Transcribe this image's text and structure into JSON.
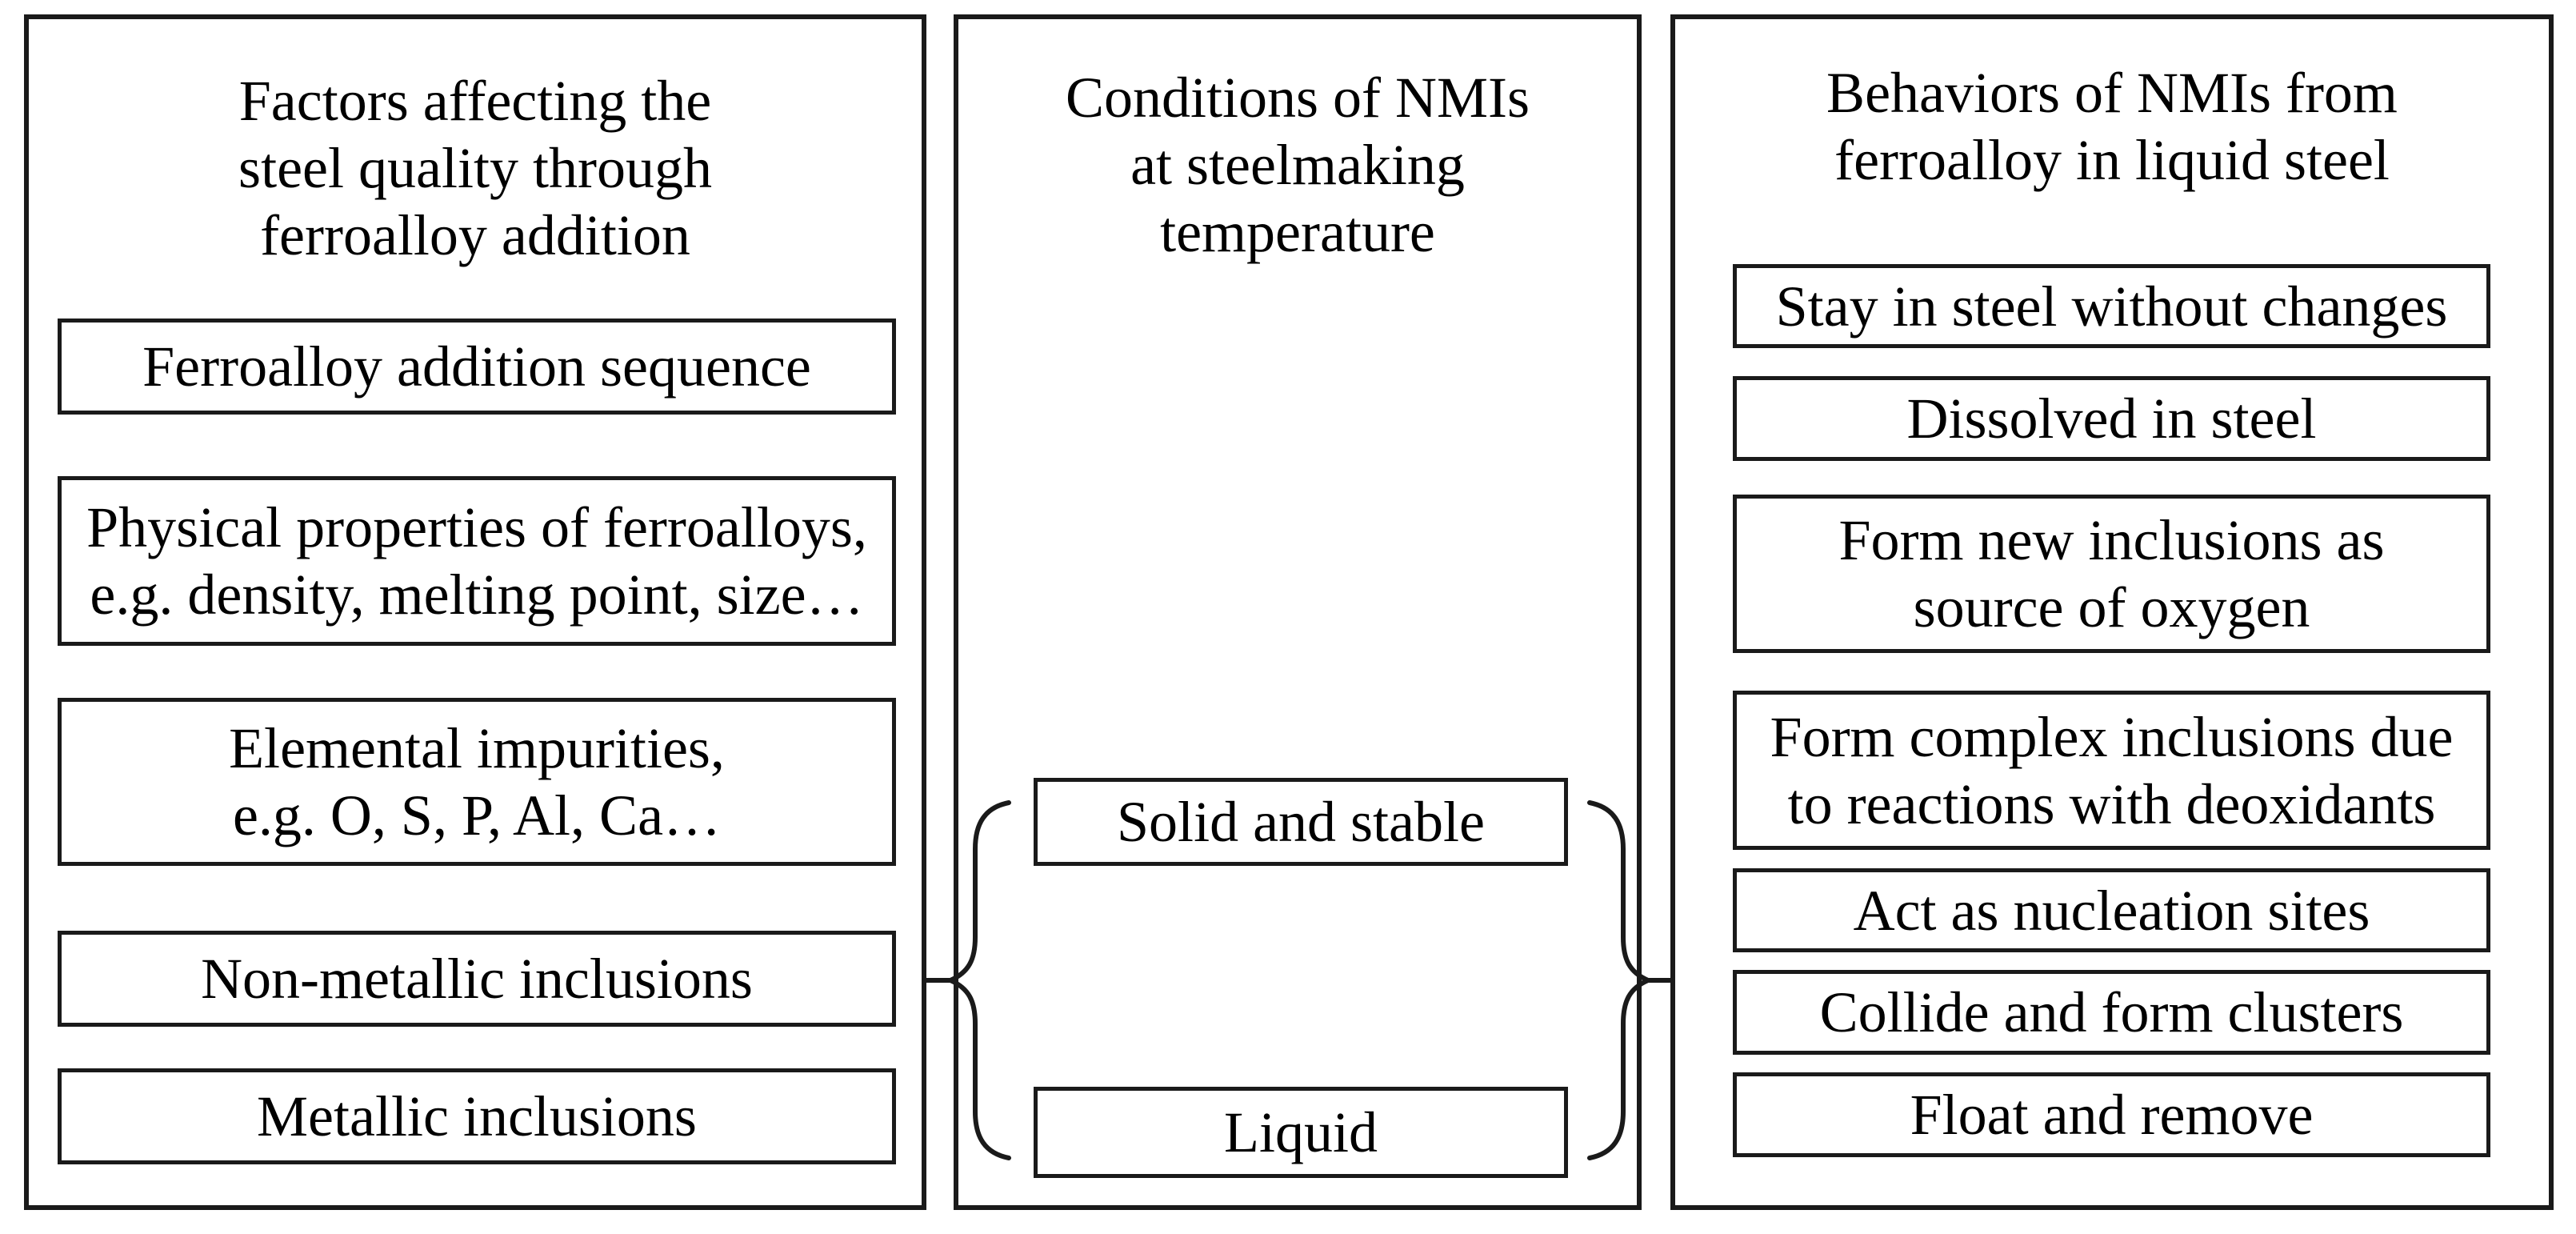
{
  "colors": {
    "background": "#ffffff",
    "border": "#1a1a1a",
    "text": "#000000"
  },
  "panels": {
    "factors": {
      "title": "Factors affecting the\nsteel quality through\nferroalloy addition",
      "boxes": [
        "Ferroalloy addition sequence",
        "Physical properties of ferroalloys,\ne.g. density, melting point, size…",
        "Elemental impurities,\ne.g. O, S, P, Al, Ca…",
        "Non-metallic inclusions",
        "Metallic inclusions"
      ]
    },
    "conditions": {
      "title": "Conditions of NMIs\nat steelmaking\ntemperature",
      "boxes": [
        "Solid and stable",
        "Liquid"
      ]
    },
    "behaviors": {
      "title": "Behaviors of NMIs from\nferroalloy in liquid steel",
      "boxes": [
        "Stay in steel without changes",
        "Dissolved in steel",
        "Form new inclusions as\nsource of oxygen",
        "Form complex inclusions due\nto reactions with deoxidants",
        "Act as nucleation sites",
        "Collide and form clusters",
        "Float and remove"
      ]
    }
  }
}
